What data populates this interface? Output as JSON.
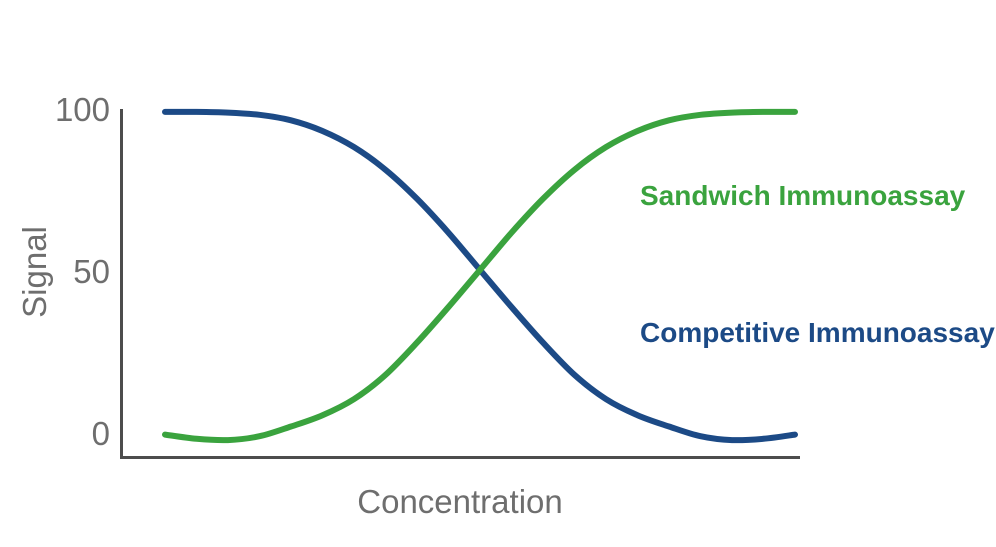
{
  "chart_data": {
    "type": "line",
    "title": "",
    "xlabel": "Concentration",
    "ylabel": "Signal",
    "x_tick_labels": [],
    "y_ticks": [
      "100",
      "50",
      "0"
    ],
    "y_tick_values": [
      100,
      50,
      0
    ],
    "ylim": [
      0,
      100
    ],
    "grid": false,
    "legend_position": "inline-right-of-curves",
    "axis_color": "#4d4d4d",
    "text_color": "#6e6e6e",
    "background": "#ffffff",
    "x": [
      0,
      5,
      10,
      15,
      20,
      25,
      30,
      35,
      40,
      45,
      50,
      55,
      60,
      65,
      70,
      75,
      80,
      85,
      90,
      95,
      100
    ],
    "series": [
      {
        "name": "Sandwich Immunoassay",
        "color": "#3aa33e",
        "shape": "increasing sigmoid",
        "values": [
          -0.5,
          -1.8,
          -2.2,
          -1.0,
          2.0,
          5.5,
          10.5,
          18.0,
          28.0,
          39.0,
          50.5,
          62.0,
          72.5,
          81.5,
          88.5,
          93.5,
          96.8,
          98.5,
          99.2,
          99.4,
          99.4
        ]
      },
      {
        "name": "Competitive Immunoassay",
        "color": "#1c4a86",
        "shape": "decreasing sigmoid",
        "values": [
          99.4,
          99.4,
          99.2,
          98.5,
          96.8,
          93.5,
          88.5,
          81.5,
          72.5,
          62.0,
          50.5,
          39.0,
          28.0,
          18.0,
          10.5,
          5.5,
          2.0,
          -1.0,
          -2.2,
          -1.8,
          -0.5
        ]
      }
    ]
  }
}
